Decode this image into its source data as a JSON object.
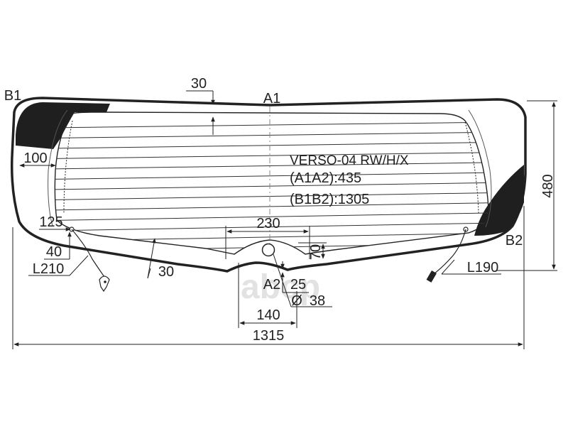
{
  "labels": {
    "a1": "A1",
    "a2": "A2",
    "b1": "B1",
    "b2": "B2"
  },
  "model": {
    "name": "VERSO-04 RW/H/X",
    "a1a2": "(A1A2):435",
    "b1b2": "(B1B2):1305"
  },
  "dimensions": {
    "top_margin": "30",
    "side_margin": "100",
    "height": "480",
    "notch_width": "230",
    "notch_depth": "70",
    "left_125": "125",
    "left_40": "40",
    "left_l210": "L210",
    "bottom_30": "30",
    "right_l190": "L190",
    "a2_25": "25",
    "diameter_38": "38",
    "diameter_symbol": "Ø",
    "base_140": "140",
    "overall_width": "1315"
  },
  "watermark": {
    "text": "abcp"
  },
  "colors": {
    "line": "#222222",
    "tint": "#1f1f1f",
    "grid": "#333333"
  }
}
